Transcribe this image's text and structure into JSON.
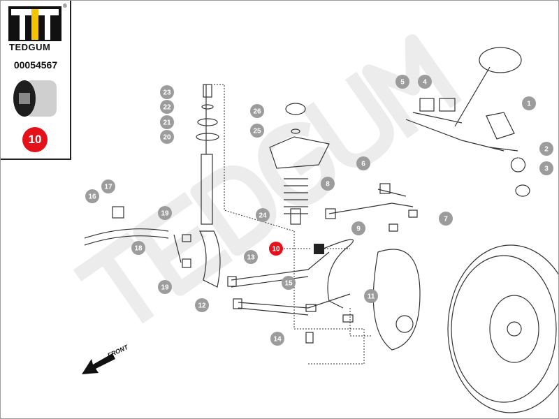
{
  "logo": {
    "brand": "TEDGUM",
    "registered_mark": "®"
  },
  "part_number": "00054567",
  "highlighted_position": "10",
  "front_label": "FRONT",
  "watermark": "TEDGUM",
  "callouts": [
    "1",
    "2",
    "3",
    "4",
    "5",
    "6",
    "7",
    "8",
    "9",
    "10",
    "11",
    "12",
    "13",
    "14",
    "15",
    "16",
    "17",
    "18",
    "19",
    "19",
    "20",
    "21",
    "22",
    "23",
    "24",
    "25",
    "26"
  ],
  "colors": {
    "highlight": "#e4111b",
    "callout": "#9c9c9c",
    "logo_yellow": "#f5c400"
  }
}
